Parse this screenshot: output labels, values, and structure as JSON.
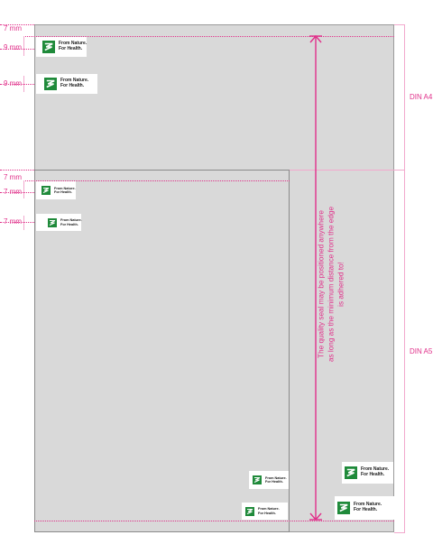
{
  "seal": {
    "line1": "From Nature.",
    "line2": "For Health."
  },
  "labels": {
    "a4": "DIN A4",
    "a5": "DIN A5"
  },
  "margins": {
    "a4_edge": "7 mm",
    "a4_seal_large": "9 mm",
    "a4_seal_small": "9 mm",
    "a5_edge": "7 mm",
    "a5_seal_large": "7 mm",
    "a5_seal_small": "7 mm"
  },
  "note": {
    "line1": "The quality seal may be positioned anywhere",
    "line2": "as long as the minimum distance from the edge",
    "line3": "is adhered to!"
  },
  "colors": {
    "accent": "#e0308a",
    "sheet": "#d9d9d9",
    "brand_green": "#1f8a3a"
  }
}
